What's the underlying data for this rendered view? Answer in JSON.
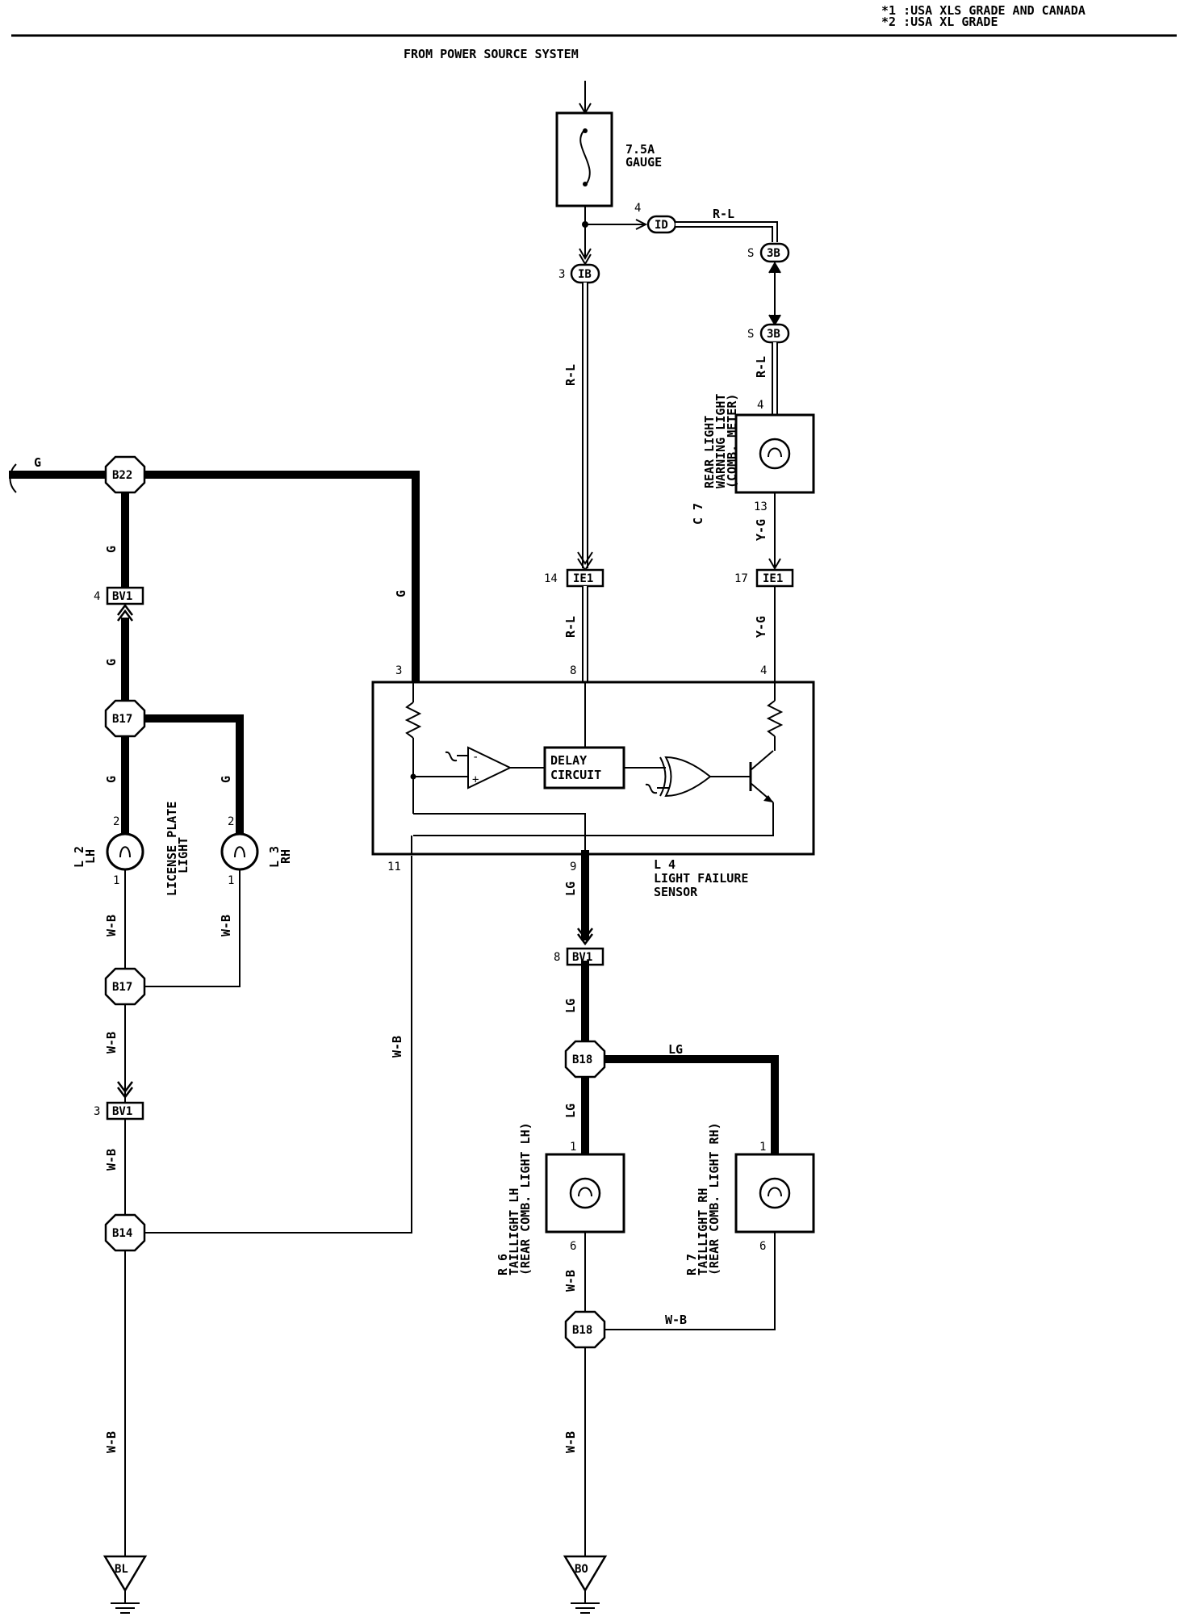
{
  "notes": [
    "*1 :USA XLS GRADE AND CANADA",
    "*2 :USA XL GRADE"
  ],
  "header": "FROM POWER SOURCE SYSTEM",
  "fuse": {
    "rating": "7.5A",
    "name": "GAUGE"
  },
  "connectors": {
    "ib": "IB",
    "id": "ID",
    "three_b": "3B",
    "ie1": "IE1",
    "bv1": "BV1",
    "b22": "B22",
    "b17": "B17",
    "b14": "B14",
    "b18": "B18",
    "bl": "BL",
    "bo": "BO"
  },
  "pins": {
    "p3": "3",
    "p4": "4",
    "p8": "8",
    "p9": "9",
    "p11": "11",
    "p13": "13",
    "p14": "14",
    "p17": "17",
    "p2": "2",
    "p1": "1",
    "p6": "6",
    "s": "S"
  },
  "wires": {
    "g": "G",
    "rl": "R-L",
    "yg": "Y-G",
    "lg": "LG",
    "wb": "W-B"
  },
  "sensor": {
    "code": "L 4",
    "name_line1": "LIGHT FAILURE",
    "name_line2": "SENSOR",
    "delay_line1": "DELAY",
    "delay_line2": "CIRCUIT"
  },
  "components": {
    "c7_code": "C 7",
    "c7_line1": "REAR LIGHT",
    "c7_line2": "WARNING LIGHT",
    "c7_line3": "(COMB. METER)",
    "l2_code": "L 2",
    "l2_side": "LH",
    "l3_code": "L 3",
    "l3_side": "RH",
    "license_line1": "LICENSE PLATE",
    "license_line2": "LIGHT",
    "r6_code": "R 6",
    "r6_line1": "TAILLIGHT LH",
    "r6_line2": "(REAR COMB. LIGHT LH)",
    "r7_code": "R 7",
    "r7_line1": "TAILLIGHT RH",
    "r7_line2": "(REAR COMB. LIGHT RH)"
  }
}
